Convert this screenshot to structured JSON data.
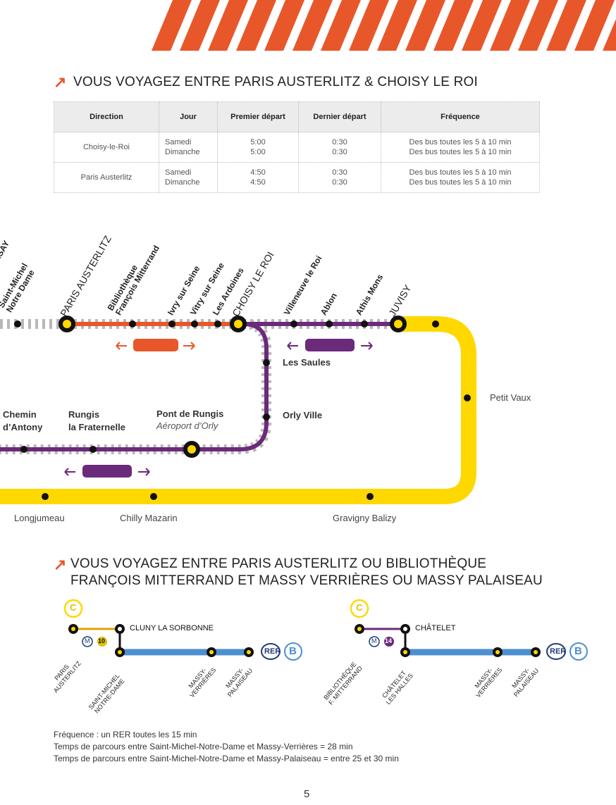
{
  "header": {
    "title1": "VOUS VOYAGEZ ENTRE PARIS AUSTERLITZ & CHOISY LE ROI",
    "arrow": "↗"
  },
  "colors": {
    "orange": "#E8572A",
    "purple": "#6B2A7A",
    "yellow": "#FFD800",
    "blue": "#4E8FD0",
    "grey": "#B8B8B8"
  },
  "table": {
    "headers": [
      "Direction",
      "Jour",
      "Premier départ",
      "Dernier départ",
      "Fréquence"
    ],
    "rows": [
      {
        "direction": "Choisy-le-Roi",
        "jour1": "Samedi",
        "jour2": "Dimanche",
        "premier1": "5:00",
        "premier2": "5:00",
        "dernier1": "0:30",
        "dernier2": "0:30",
        "freq1": "Des bus toutes les 5 à 10 min",
        "freq2": "Des bus toutes les 5 à 10 min"
      },
      {
        "direction": "Paris Austerlitz",
        "jour1": "Samedi",
        "jour2": "Dimanche",
        "premier1": "4:50",
        "premier2": "4:50",
        "dernier1": "0:30",
        "dernier2": "0:30",
        "freq1": "Des bus toutes les 5 à 10 min",
        "freq2": "Des bus toutes les 5 à 10 min"
      }
    ]
  },
  "map": {
    "top_stations": [
      "RSAY",
      "Saint-Michel",
      "Notre Dame",
      "PARIS AUSTERLITZ",
      "Bibliothèque",
      "François Mitterrand",
      "Ivry sur Seine",
      "Vitry sur Seine",
      "Les Ardoines",
      "CHOISY LE ROI",
      "Villeneuve le Roi",
      "Ablon",
      "Athis Mons",
      "JUVISY"
    ],
    "les_saules": "Les Saules",
    "orly_ville": "Orly Ville",
    "petit_vaux": "Petit Vaux",
    "chemin": "Chemin",
    "antony": "d’Antony",
    "rungis": "Rungis",
    "fraternelle": "la Fraternelle",
    "pont_rungis": "Pont de Rungis",
    "aeroport": "Aéroport d’Orly",
    "longjumeau": "Longjumeau",
    "chilly": "Chilly Mazarin",
    "gravigny": "Gravigny Balizy"
  },
  "section2": {
    "title_line1": "VOUS VOYAGEZ ENTRE PARIS AUSTERLITZ OU BIBLIOTHÈQUE",
    "title_line2": "FRANÇOIS MITTERRAND ET MASSY VERRIÈRES OU MASSY PALAISEAU"
  },
  "diagram_left": {
    "c_badge": "C",
    "metro_m": "M",
    "metro_num": "10",
    "top_station": "CLUNY LA SORBONNE",
    "origin": "PARIS\nAUSTERLITZ",
    "change": "SAINT-MICHEL\nNOTRE-DAME",
    "massy_v": "MASSY-\nVERRIÈRES",
    "massy_p": "MASSY-\nPALAISEAU",
    "rer": "RER",
    "rer_line": "B"
  },
  "diagram_right": {
    "c_badge": "C",
    "metro_m": "M",
    "metro_num": "14",
    "top_station": "CHÂTELET",
    "origin": "BIBLIOTHÈQUE\nF. MITTERRAND",
    "change": "CHÂTELET\nLES HALLES",
    "massy_v": "MASSY-\nVERRIÈRES",
    "massy_p": "MASSY-\nPALAISEAU",
    "rer": "RER",
    "rer_line": "B"
  },
  "footer": {
    "line1": "Fréquence : un RER toutes les 15 min",
    "line2": "Temps de parcours entre Saint-Michel-Notre-Dame et Massy-Verrières = 28 min",
    "line3": "Temps de parcours entre Saint-Michel-Notre-Dame et Massy-Palaiseau = entre 25 et 30 min",
    "page_number": "5"
  }
}
